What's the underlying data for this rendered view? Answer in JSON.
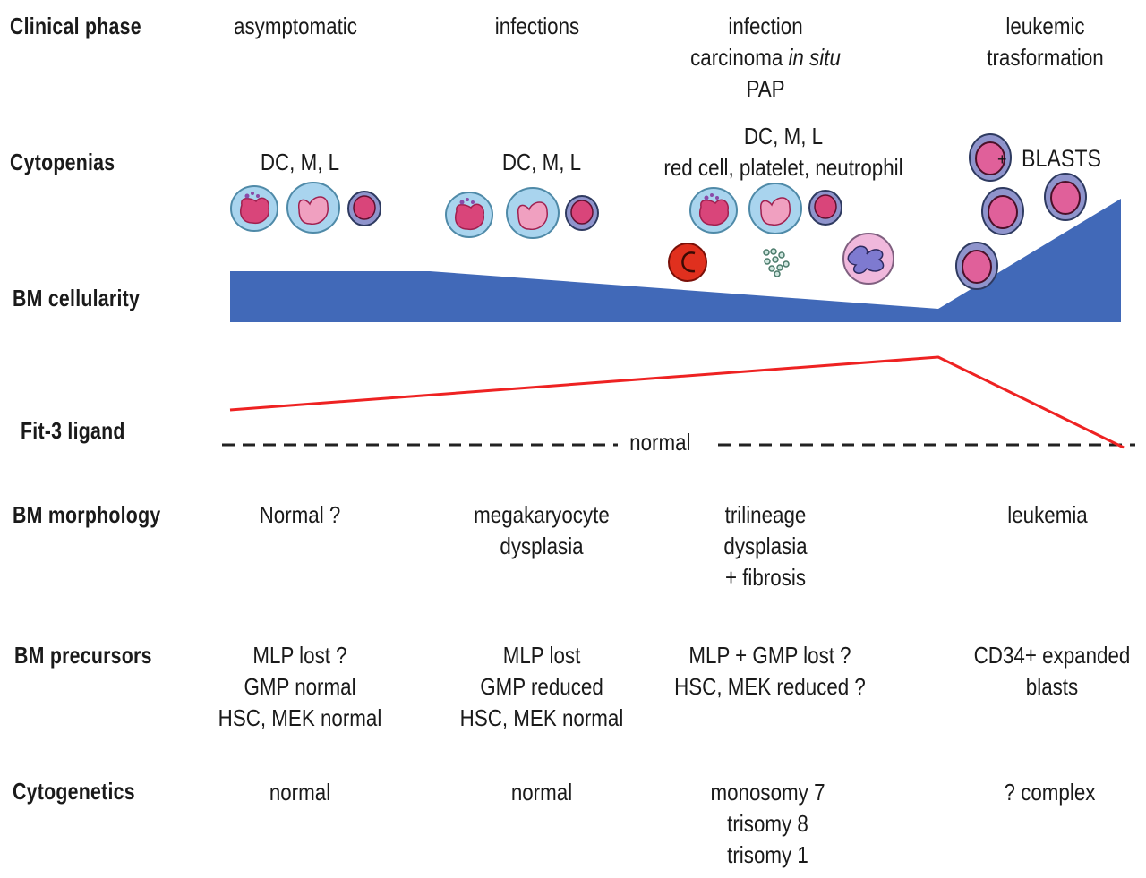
{
  "phases": [
    "asymptomatic",
    "infections",
    "infection / carcinoma in situ / PAP",
    "leukemic trasformation"
  ],
  "rows": {
    "clinical_phase": {
      "label": "Clinical phase",
      "cols": [
        {
          "lines": [
            "asymptomatic"
          ]
        },
        {
          "lines": [
            "infections"
          ]
        },
        {
          "lines": [
            "infection"
          ],
          "line2_pre": "carcinoma ",
          "line2_italic": "in situ",
          "line3": "PAP"
        },
        {
          "lines": [
            "leukemic",
            "trasformation"
          ]
        }
      ]
    },
    "cytopenias": {
      "label": "Cytopenias",
      "cols": [
        {
          "lines": [
            "DC, M, L"
          ]
        },
        {
          "lines": [
            "DC, M, L"
          ]
        },
        {
          "lines": [
            "DC, M, L",
            "red cell, platelet, neutrophil"
          ]
        },
        {
          "lines": [
            "BLASTS"
          ]
        }
      ]
    },
    "bm_cellularity": {
      "label": "BM cellularity",
      "trend": "plateau, gradual decline, sharp rise at leukemic transformation",
      "relative_levels": [
        1.0,
        1.0,
        0.73,
        2.4
      ]
    },
    "flt3_ligand": {
      "label": "Fit-3 ligand",
      "baseline_label": "normal",
      "trend": "rises progressively, then falls to normal at leukemic transformation",
      "relative_levels_above_normal": [
        0.38,
        0.5,
        0.98,
        0.0
      ]
    },
    "bm_morphology": {
      "label": "BM morphology",
      "cols": [
        {
          "lines": [
            "Normal ?"
          ]
        },
        {
          "lines": [
            "megakaryocyte",
            "dysplasia"
          ]
        },
        {
          "lines": [
            "trilineage",
            "dysplasia",
            "+ fibrosis"
          ]
        },
        {
          "lines": [
            "leukemia"
          ]
        }
      ]
    },
    "bm_precursors": {
      "label": "BM precursors",
      "cols": [
        {
          "lines": [
            "MLP lost ?",
            "GMP normal",
            "HSC, MEK normal"
          ]
        },
        {
          "lines": [
            "MLP lost",
            "GMP reduced",
            "HSC, MEK normal"
          ]
        },
        {
          "lines": [
            "MLP + GMP lost ?",
            "HSC, MEK reduced ?"
          ]
        },
        {
          "lines": [
            "CD34+ expanded",
            "blasts"
          ]
        }
      ]
    },
    "cytogenetics": {
      "label": "Cytogenetics",
      "cols": [
        {
          "lines": [
            "normal"
          ]
        },
        {
          "lines": [
            "normal"
          ]
        },
        {
          "lines": [
            "monosomy 7",
            "trisomy 8",
            "trisomy 1"
          ]
        },
        {
          "lines": [
            "? complex"
          ]
        }
      ]
    }
  },
  "colors": {
    "cellularity_fill": "#4169b8",
    "flt3_line": "#ee2222",
    "baseline_dash": "#222222",
    "cell_cytoplasm_light": "#a9d4ee",
    "cell_nucleus_pink": "#d9457a",
    "blast_cytoplasm": "#8f94cc",
    "red_cell": "#e0301e"
  },
  "icons": [
    "dendritic-cell-icon",
    "monocyte-icon",
    "lymphocyte-icon",
    "red-cell-icon",
    "platelets-icon",
    "neutrophil-icon",
    "blast-cell-icon"
  ]
}
